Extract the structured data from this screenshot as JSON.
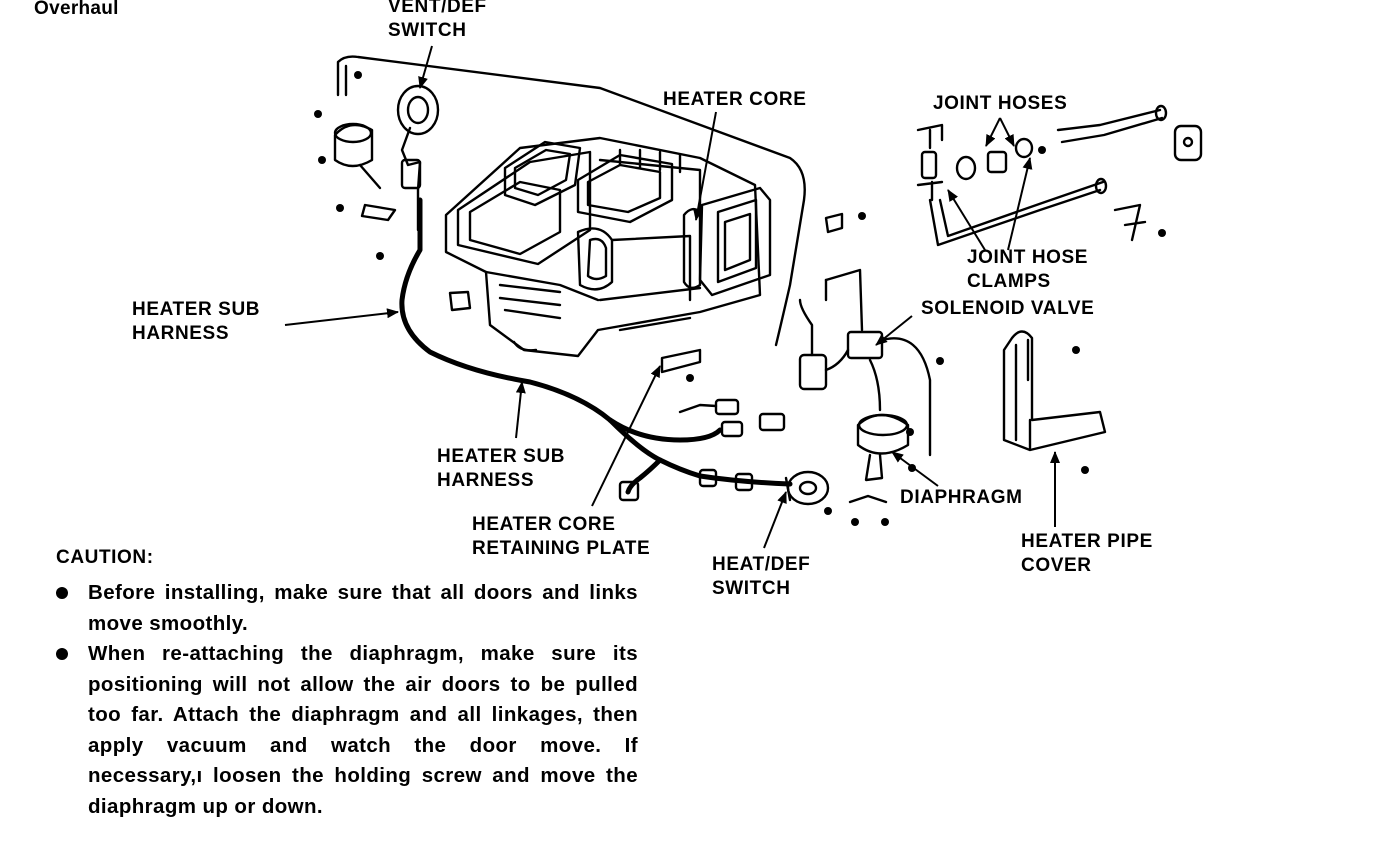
{
  "page": {
    "title": "Overhaul"
  },
  "labels": {
    "vent_def_switch": [
      "VENT/DEF",
      "SWITCH"
    ],
    "heater_core": [
      "HEATER CORE"
    ],
    "joint_hoses": [
      "JOINT HOSES"
    ],
    "joint_hose_clamps": [
      "JOINT HOSE",
      "CLAMPS"
    ],
    "solenoid_valve": [
      "SOLENOID VALVE"
    ],
    "heater_sub_harness_left": [
      "HEATER SUB",
      "HARNESS"
    ],
    "heater_sub_harness_bottom": [
      "HEATER SUB",
      "HARNESS"
    ],
    "heater_core_retaining_plate": [
      "HEATER CORE",
      "RETAINING PLATE"
    ],
    "heat_def_switch": [
      "HEAT/DEF",
      "SWITCH"
    ],
    "diaphragm": [
      "DIAPHRAGM"
    ],
    "heater_pipe_cover": [
      "HEATER PIPE",
      "COVER"
    ]
  },
  "caution": {
    "title": "CAUTION:",
    "items": [
      "Before installing, make sure that all doors and links move smoothly.",
      "When re-attaching the diaphragm, make sure its positioning will not allow the air doors to be pulled too far. Attach the diaphragm and all linkages, then apply vacuum and watch the door move. If necessary,ı loosen the holding screw and move the diaphragm up or down."
    ]
  }
}
